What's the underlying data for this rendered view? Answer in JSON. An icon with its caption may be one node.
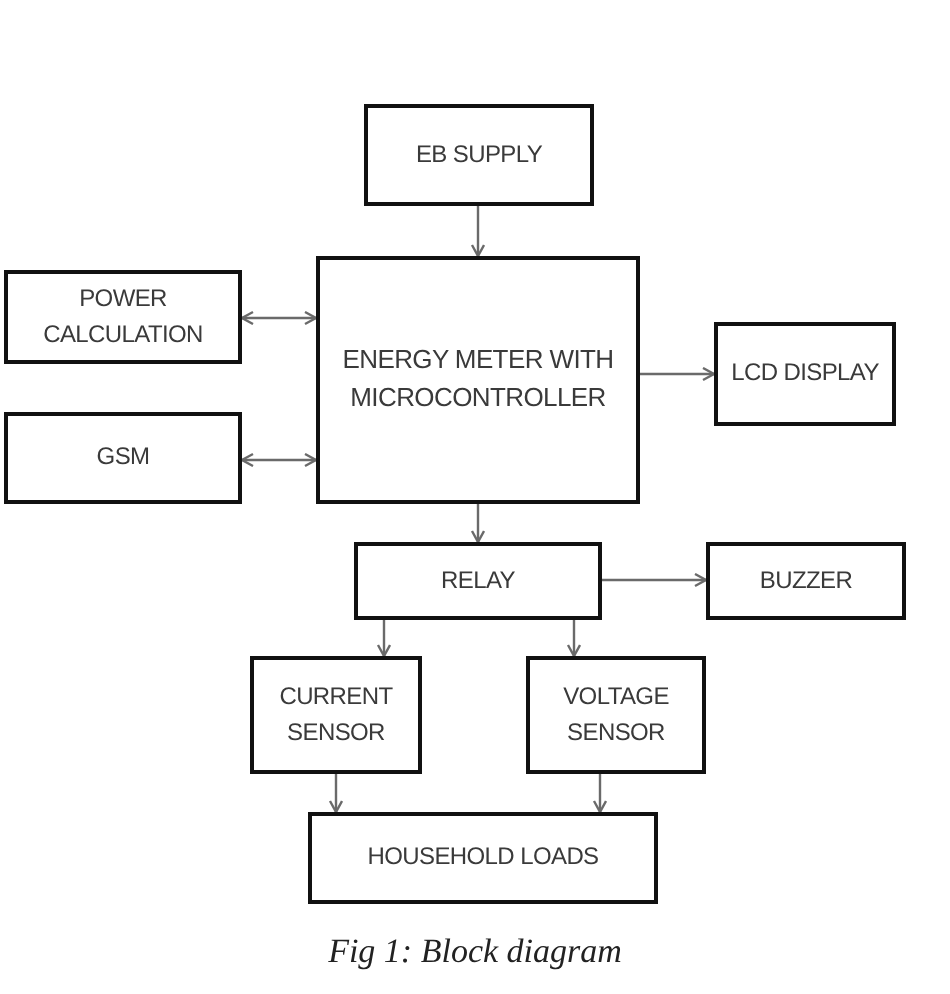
{
  "diagram": {
    "caption": "Fig 1: Block diagram",
    "nodes": [
      {
        "text": [
          "EB SUPPLY"
        ]
      },
      {
        "text": [
          "ENERGY METER WITH MICROCONTROLLER"
        ]
      },
      {
        "text": [
          "POWER CALCULATION"
        ]
      },
      {
        "text": [
          "LCD DISPLAY"
        ]
      },
      {
        "text": [
          "GSM"
        ]
      },
      {
        "text": [
          "RELAY"
        ]
      },
      {
        "text": [
          "BUZZER"
        ]
      },
      {
        "text": [
          "CURRENT SENSOR"
        ]
      },
      {
        "text": [
          "VOLTAGE SENSOR"
        ]
      },
      {
        "text": [
          "HOUSEHOLD LOADS"
        ]
      }
    ],
    "edges": [
      {
        "from": 0,
        "to": 1,
        "arrow": "to"
      },
      {
        "from": 2,
        "to": 1,
        "arrow": "both"
      },
      {
        "from": 4,
        "to": 1,
        "arrow": "both"
      },
      {
        "from": 1,
        "to": 3,
        "arrow": "to"
      },
      {
        "from": 1,
        "to": 5,
        "arrow": "to"
      },
      {
        "from": 5,
        "to": 6,
        "arrow": "to"
      },
      {
        "from": 5,
        "to": 7,
        "arrow": "to"
      },
      {
        "from": 5,
        "to": 8,
        "arrow": "to"
      },
      {
        "from": 7,
        "to": 9,
        "arrow": "to"
      },
      {
        "from": 8,
        "to": 9,
        "arrow": "to"
      }
    ]
  }
}
